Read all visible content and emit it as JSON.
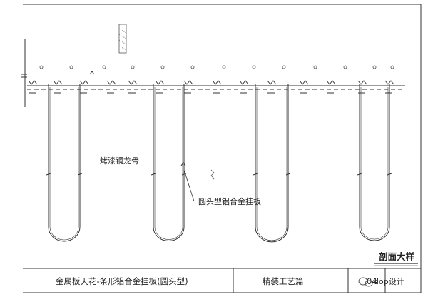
{
  "labels": {
    "keel": "烤漆钢龙骨",
    "panel": "圆头型铝合金挂板"
  },
  "title_block": {
    "main_title": "金属板天花-条形铝合金挂板(圆头型)",
    "category": "精装工艺篇",
    "page_no": "04",
    "section_title": "剖面大样"
  },
  "watermark": {
    "text": "dop设计"
  },
  "colors": {
    "line": "#333333",
    "background": "#ffffff"
  },
  "icons": {
    "watermark": "wechat-bubble-icon"
  }
}
